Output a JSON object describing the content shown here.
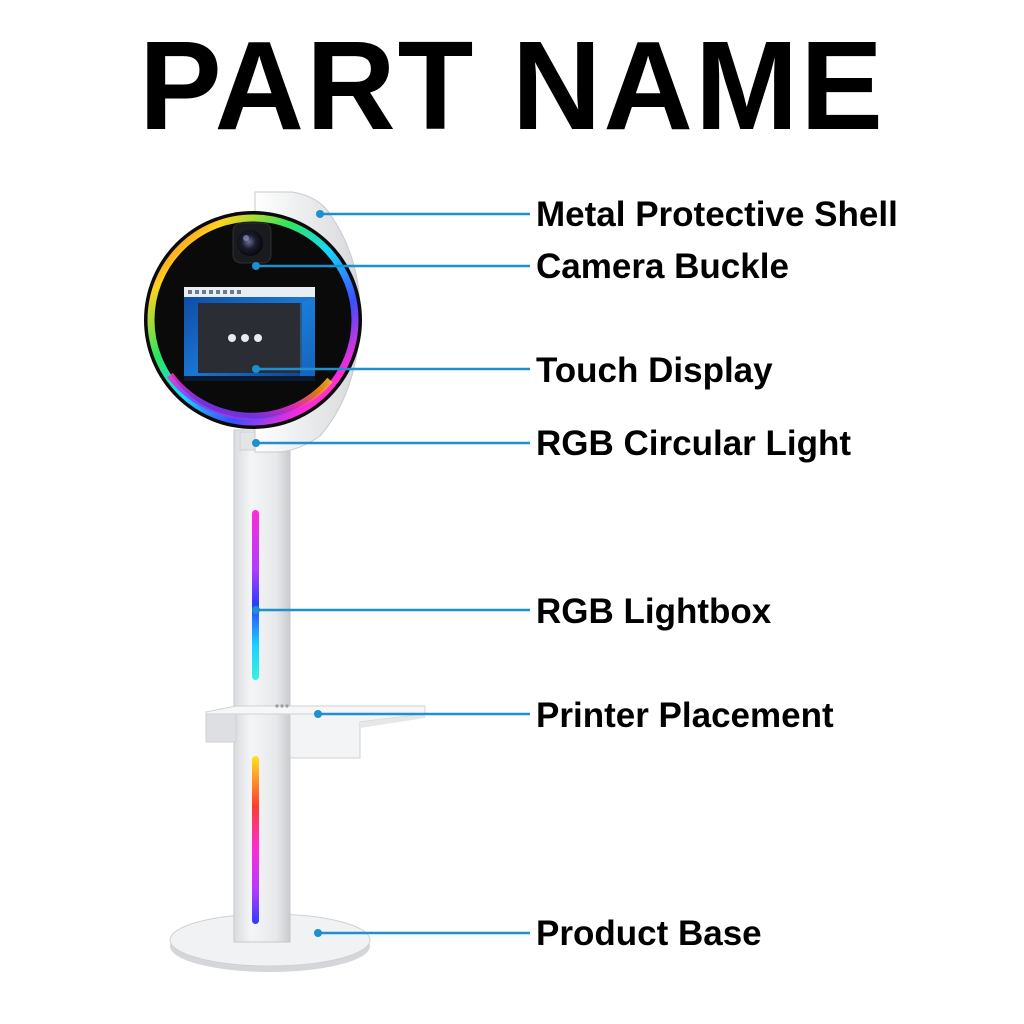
{
  "title": "PART NAME",
  "parts": [
    {
      "id": "metal-protective-shell",
      "label": "Metal Protective Shell"
    },
    {
      "id": "camera-buckle",
      "label": "Camera Buckle"
    },
    {
      "id": "touch-display",
      "label": "Touch Display"
    },
    {
      "id": "rgb-circular-light",
      "label": "RGB Circular Light"
    },
    {
      "id": "rgb-lightbox",
      "label": "RGB Lightbox"
    },
    {
      "id": "printer-placement",
      "label": "Printer Placement"
    },
    {
      "id": "product-base",
      "label": "Product Base"
    }
  ],
  "colors": {
    "leader_line": "#1e8fcf",
    "title_text": "#000000",
    "label_text": "#000000",
    "stand_body": "#eeeff1",
    "screen_bezel": "#0a0a0a",
    "screen_wallpaper": "#1565c0"
  }
}
